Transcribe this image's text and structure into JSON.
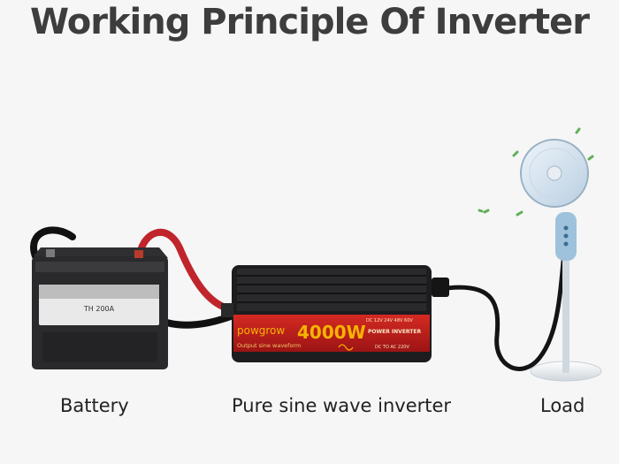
{
  "title": "Working Principle Of Inverter",
  "captions": {
    "battery": "Battery",
    "inverter": "Pure sine wave inverter",
    "load": "Load"
  },
  "inverter": {
    "brand": "powgrow",
    "power": "4000W",
    "subtitle": "Output sine waveform",
    "voltages": "DC 12V 24V 48V 60V",
    "label": "POWER INVERTER",
    "conversion": "DC TO AC 220V"
  },
  "battery_label": "TH 200A",
  "colors": {
    "title": "#3d3d3d",
    "battery_case": "#2a2a2c",
    "positive_cable": "#c0252b",
    "inverter_body": "#1d1d1f",
    "inverter_panel": "#c41e1e",
    "inverter_text": "#f5b400",
    "fan": "#dbe6f0"
  }
}
